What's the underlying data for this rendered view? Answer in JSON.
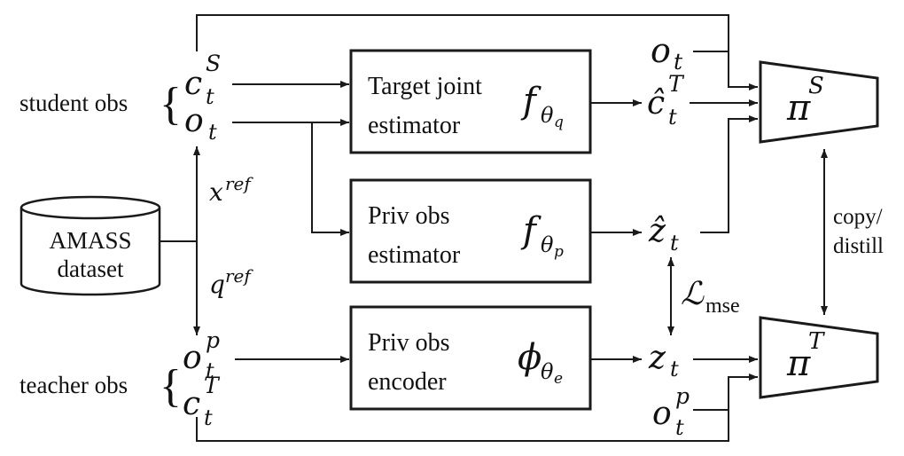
{
  "left_labels": {
    "student_obs": "student obs",
    "teacher_obs": "teacher obs",
    "brace": "{"
  },
  "dataset": {
    "line1": "AMASS",
    "line2": "dataset"
  },
  "refs": {
    "x_base": "x",
    "q_base": "q",
    "sup": "ref"
  },
  "blocks": {
    "target_joint": {
      "line1": "Target joint",
      "line2": "estimator",
      "func": "f",
      "sub_base": "θ",
      "sub_sub": "q"
    },
    "priv_estimator": {
      "line1": "Priv obs",
      "line2": "estimator",
      "func": "f",
      "sub_base": "θ",
      "sub_sub": "p"
    },
    "priv_encoder": {
      "line1": "Priv obs",
      "line2": "encoder",
      "func": "ϕ",
      "sub_base": "θ",
      "sub_sub": "e"
    }
  },
  "symbols": {
    "c": "c",
    "o": "o",
    "z": "z",
    "t": "t",
    "S": "S",
    "T": "T",
    "p": "p",
    "chat": "ĉ",
    "zhat": "ẑ",
    "pi": "π"
  },
  "loss": {
    "base": "ℒ",
    "sub": "mse"
  },
  "copy": {
    "line1": "copy/",
    "line2": "distill"
  },
  "colors": {
    "line": "#1a1a1a",
    "text": "#111111",
    "background": "#ffffff"
  }
}
